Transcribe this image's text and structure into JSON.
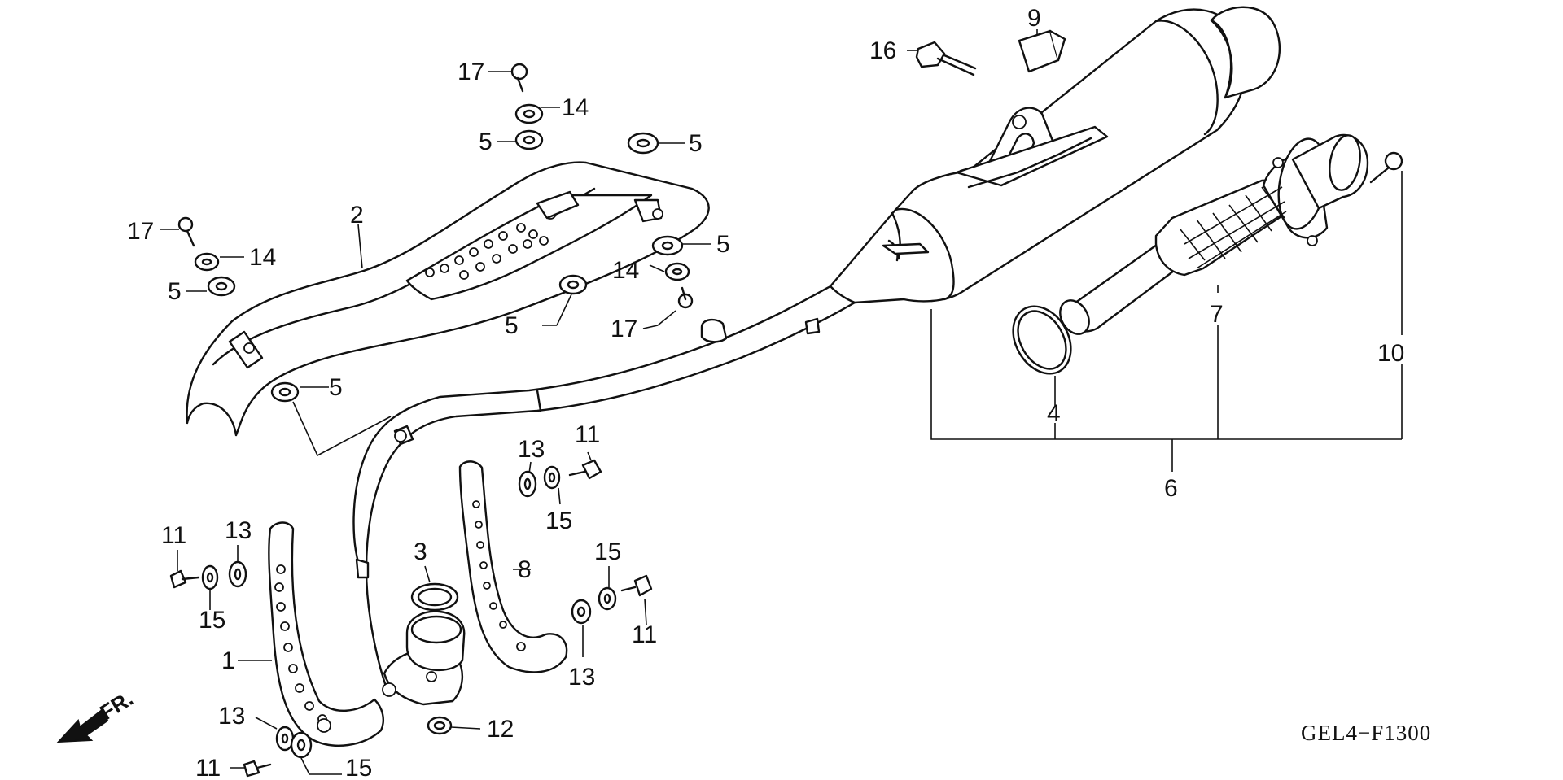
{
  "diagram": {
    "code": "GEL4−F1300",
    "front_label": "FR.",
    "callouts": [
      {
        "id": "c17a",
        "text": "17"
      },
      {
        "id": "c14a",
        "text": "14"
      },
      {
        "id": "c5a",
        "text": "5"
      },
      {
        "id": "c5b",
        "text": "5"
      },
      {
        "id": "c17b",
        "text": "17"
      },
      {
        "id": "c14b",
        "text": "14"
      },
      {
        "id": "c5c",
        "text": "5"
      },
      {
        "id": "c2",
        "text": "2"
      },
      {
        "id": "c5d",
        "text": "5"
      },
      {
        "id": "c14c",
        "text": "14"
      },
      {
        "id": "c5e",
        "text": "5"
      },
      {
        "id": "c17c",
        "text": "17"
      },
      {
        "id": "c5f",
        "text": "5"
      },
      {
        "id": "c16",
        "text": "16"
      },
      {
        "id": "c9",
        "text": "9"
      },
      {
        "id": "c4",
        "text": "4"
      },
      {
        "id": "c7",
        "text": "7"
      },
      {
        "id": "c10",
        "text": "10"
      },
      {
        "id": "c6",
        "text": "6"
      },
      {
        "id": "c13a",
        "text": "13"
      },
      {
        "id": "c11a",
        "text": "11"
      },
      {
        "id": "c15a",
        "text": "15"
      },
      {
        "id": "c11b",
        "text": "11"
      },
      {
        "id": "c13b",
        "text": "13"
      },
      {
        "id": "c15b",
        "text": "15"
      },
      {
        "id": "c3",
        "text": "3"
      },
      {
        "id": "c8",
        "text": "8"
      },
      {
        "id": "c15c",
        "text": "15"
      },
      {
        "id": "c11c",
        "text": "11"
      },
      {
        "id": "c13c",
        "text": "13"
      },
      {
        "id": "c1",
        "text": "1"
      },
      {
        "id": "c13d",
        "text": "13"
      },
      {
        "id": "c12",
        "text": "12"
      },
      {
        "id": "c11d",
        "text": "11"
      },
      {
        "id": "c15d",
        "text": "15"
      }
    ]
  }
}
